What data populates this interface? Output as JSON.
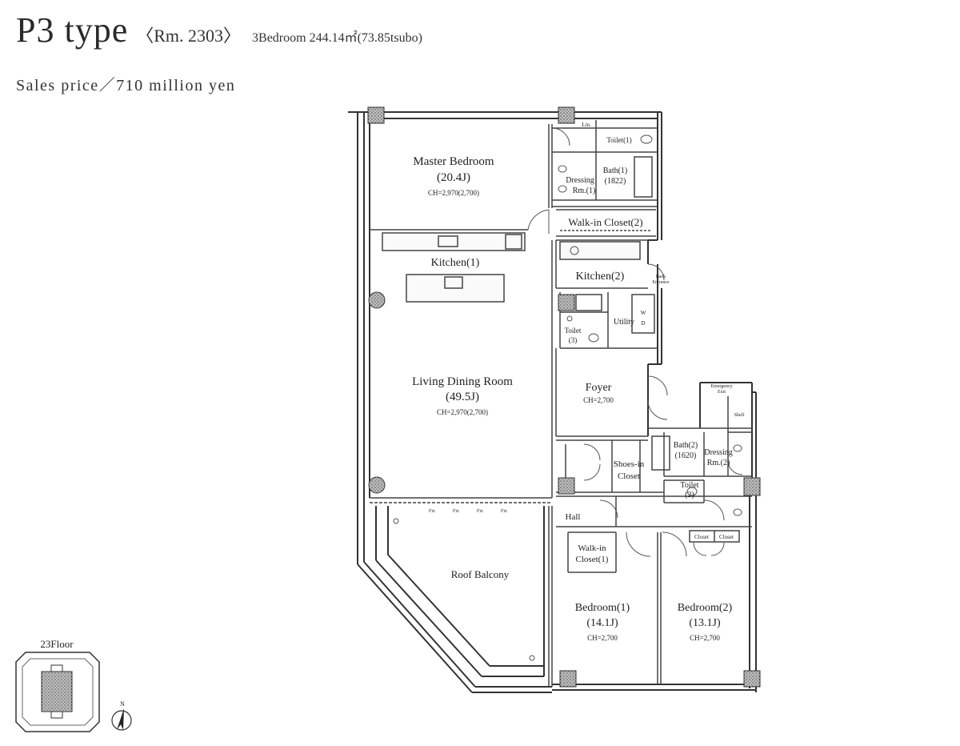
{
  "header": {
    "plan_type": "P3 type",
    "room_number": "〈Rm. 2303〉",
    "specs": "3Bedroom 244.14㎡(73.85tsubo)",
    "price": "Sales price／710 million yen"
  },
  "rooms": {
    "master_bedroom": {
      "name": "Master Bedroom",
      "size": "(20.4J)",
      "ch": "CH=2,970(2,700)"
    },
    "toilet1": "Toilet(1)",
    "dressing1": "Dressing",
    "dressing1b": "Rm.(1)",
    "bath1": "Bath(1)",
    "bath1b": "(1822)",
    "walkin2": "Walk-in Closet(2)",
    "lin": "Lin.",
    "kitchen1": "Kitchen(1)",
    "kitchen2": "Kitchen(2)",
    "back_entrance": "Back",
    "back_entrance_b": "Entrance",
    "utility": "Utility",
    "toilet3": "Toilet",
    "toilet3b": "(3)",
    "living": {
      "name": "Living Dining Room",
      "size": "(49.5J)",
      "ch": "CH=2,970(2,700)"
    },
    "foyer": {
      "name": "Foyer",
      "ch": "CH=2,700"
    },
    "emergency": "Emergency",
    "emergency_b": "Exit",
    "shelf": "Shelf",
    "bath2": "Bath(2)",
    "bath2b": "(1620)",
    "dressing2": "Dressing",
    "dressing2b": "Rm.(2)",
    "shoes": "Shoes-in",
    "shoes_b": "Closet",
    "toilet2": "Toilet",
    "toilet2b": "(2)",
    "hall": "Hall",
    "closet_a": "Closet",
    "closet_b": "Closet",
    "walkin1": "Walk-in",
    "walkin1b": "Closet(1)",
    "roof_balcony": "Roof Balcony",
    "bedroom1": {
      "name": "Bedroom(1)",
      "size": "(14.1J)",
      "ch": "CH=2,700"
    },
    "bedroom2": {
      "name": "Bedroom(2)",
      "size": "(13.1J)",
      "ch": "CH=2,700"
    },
    "fix": "Fix",
    "wd": "W",
    "wd2": "D"
  },
  "keyplan": {
    "floor": "23Floor",
    "north": "N"
  }
}
